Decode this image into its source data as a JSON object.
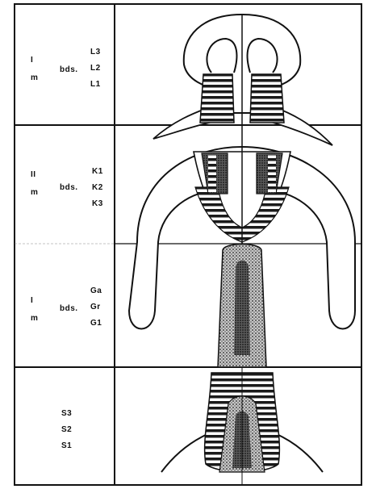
{
  "rows": [
    {
      "roman": "I",
      "sub": "m",
      "mid": "bds.",
      "codes": [
        "L3",
        "L2",
        "L1"
      ]
    },
    {
      "roman": "II",
      "sub": "m",
      "mid": "bds.",
      "codes": [
        "K1",
        "K2",
        "K3"
      ]
    },
    {
      "roman": "I",
      "sub": "m",
      "mid": "bds.",
      "codes": [
        "Ga",
        "Gr",
        "G1"
      ]
    },
    {
      "codes": [
        "S3",
        "S2",
        "S1"
      ]
    }
  ]
}
